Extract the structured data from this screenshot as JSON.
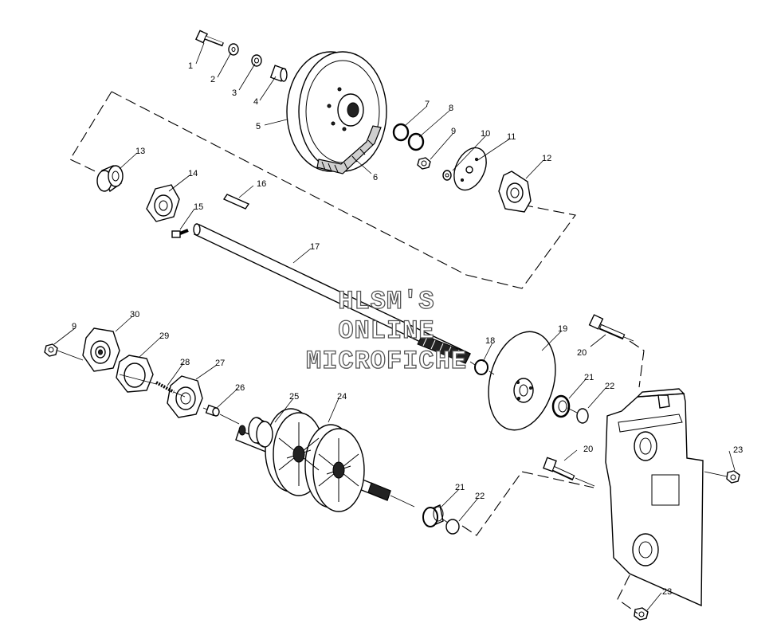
{
  "watermark": {
    "line1": "HLSM'S",
    "line2": "ONLINE",
    "line3": "MICROFICHE"
  },
  "callouts": [
    {
      "id": "c1",
      "label": "1"
    },
    {
      "id": "c2",
      "label": "2"
    },
    {
      "id": "c3",
      "label": "3"
    },
    {
      "id": "c4",
      "label": "4"
    },
    {
      "id": "c5",
      "label": "5"
    },
    {
      "id": "c6",
      "label": "6"
    },
    {
      "id": "c7",
      "label": "7"
    },
    {
      "id": "c8",
      "label": "8"
    },
    {
      "id": "c9a",
      "label": "9"
    },
    {
      "id": "c10",
      "label": "10"
    },
    {
      "id": "c11",
      "label": "11"
    },
    {
      "id": "c12",
      "label": "12"
    },
    {
      "id": "c13",
      "label": "13"
    },
    {
      "id": "c14",
      "label": "14"
    },
    {
      "id": "c15",
      "label": "15"
    },
    {
      "id": "c16",
      "label": "16"
    },
    {
      "id": "c17",
      "label": "17"
    },
    {
      "id": "c18",
      "label": "18"
    },
    {
      "id": "c19",
      "label": "19"
    },
    {
      "id": "c20a",
      "label": "20"
    },
    {
      "id": "c20b",
      "label": "20"
    },
    {
      "id": "c21a",
      "label": "21"
    },
    {
      "id": "c21b",
      "label": "21"
    },
    {
      "id": "c22a",
      "label": "22"
    },
    {
      "id": "c22b",
      "label": "22"
    },
    {
      "id": "c23a",
      "label": "23"
    },
    {
      "id": "c23b",
      "label": "23"
    },
    {
      "id": "c24",
      "label": "24"
    },
    {
      "id": "c25",
      "label": "25"
    },
    {
      "id": "c26",
      "label": "26"
    },
    {
      "id": "c27",
      "label": "27"
    },
    {
      "id": "c28",
      "label": "28"
    },
    {
      "id": "c29",
      "label": "29"
    },
    {
      "id": "c30",
      "label": "30"
    },
    {
      "id": "c9b",
      "label": "9"
    }
  ]
}
